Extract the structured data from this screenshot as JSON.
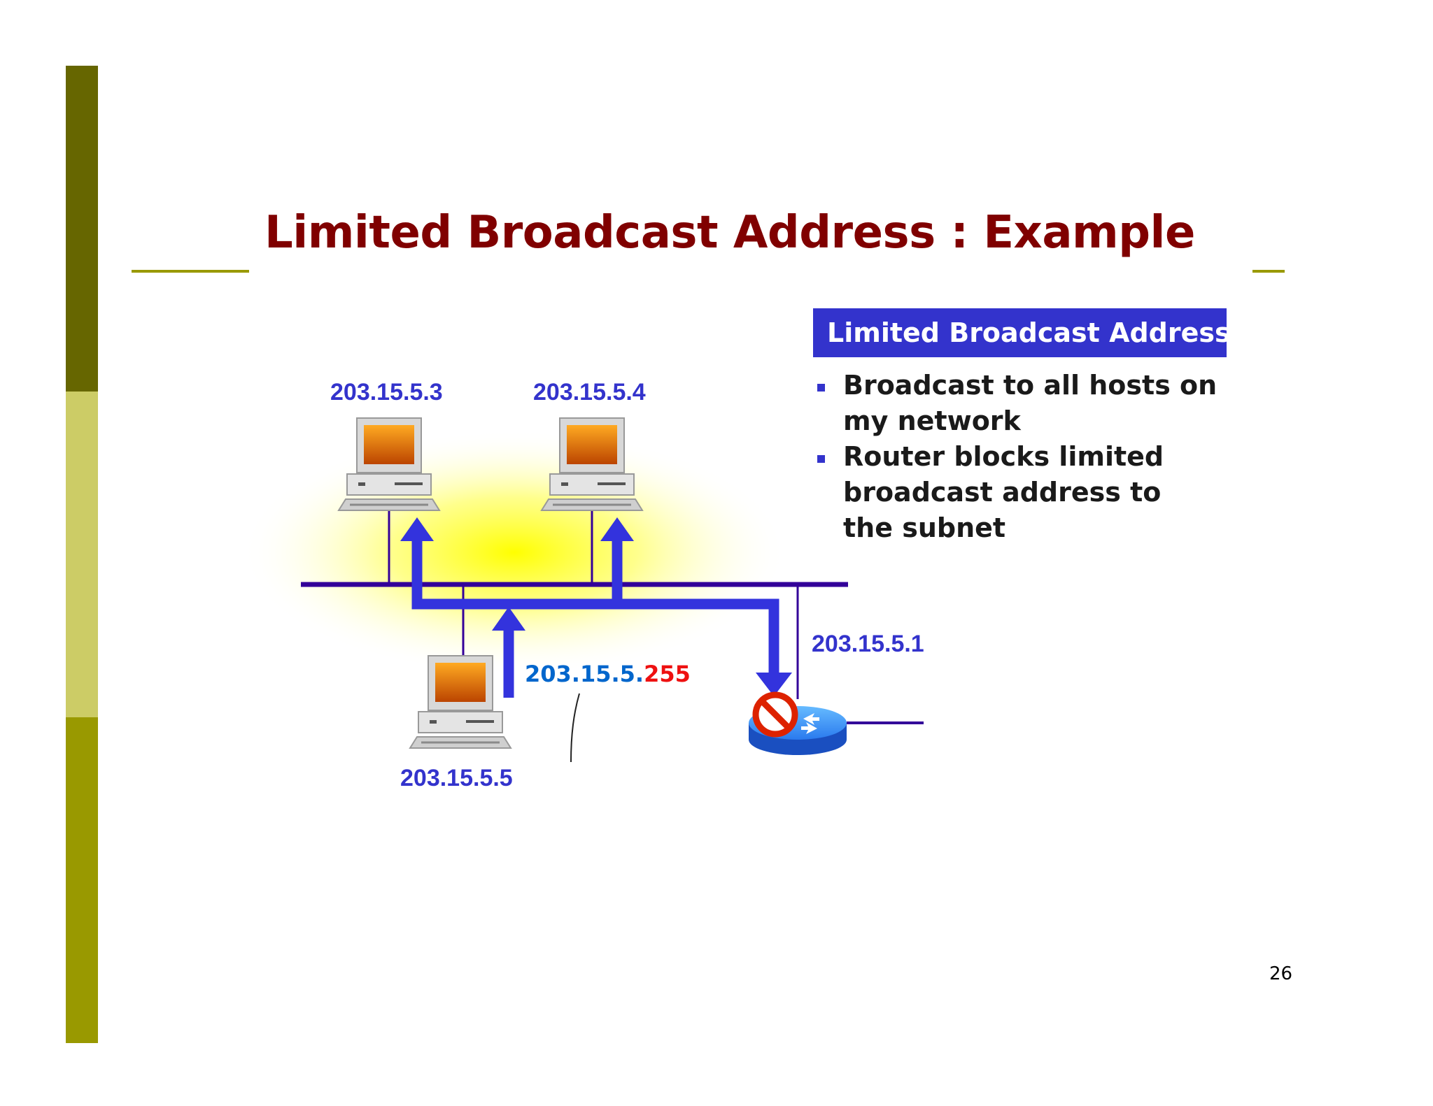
{
  "slide": {
    "title": "Limited Broadcast Address : Example",
    "page_number": "26"
  },
  "info_box": {
    "header": "Limited Broadcast Address",
    "bullets": [
      [
        "Broadcast to all hosts on",
        "my network"
      ],
      [
        "Router blocks limited",
        "broadcast address to",
        "the subnet"
      ]
    ]
  },
  "diagram": {
    "hosts": [
      {
        "ip": "203.15.5.3"
      },
      {
        "ip": "203.15.5.4"
      },
      {
        "ip": "203.15.5.5"
      }
    ],
    "router_ip": "203.15.5.1",
    "broadcast_address": {
      "prefix": "203.15.5.",
      "suffix": "255",
      "prefix_color": "#0066cc",
      "suffix_color": "#ee1111"
    },
    "colors": {
      "network_line": "#330099",
      "arrow": "#3333dd",
      "router_body": "#1a66ee",
      "block_sign": "#dd2200",
      "highlight_glow": "#ffff33"
    },
    "icons": [
      "computer-icon",
      "router-icon",
      "prohibited-icon"
    ]
  },
  "theme": {
    "title_color": "#800000",
    "sidebar_colors": [
      "#666600",
      "#cccc66",
      "#999900"
    ],
    "accent": "#3333cc"
  }
}
